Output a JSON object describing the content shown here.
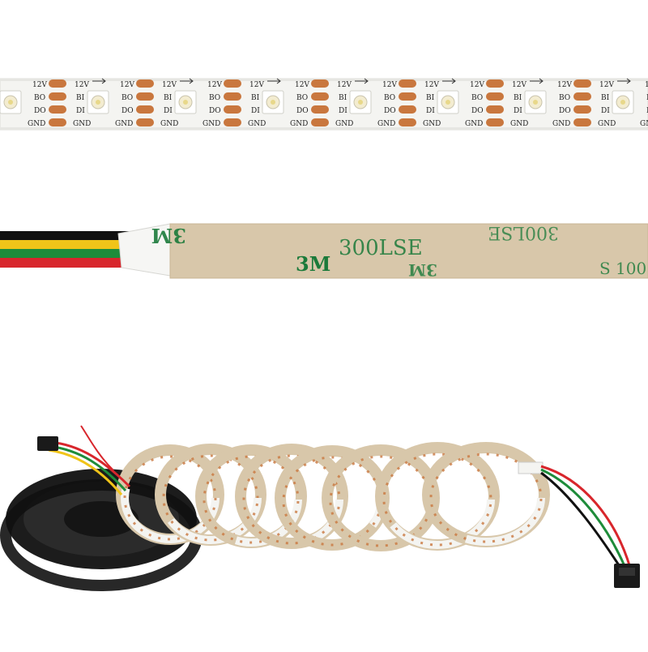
{
  "strip_front": {
    "segments": 8,
    "labels": {
      "v12": "12V",
      "bo": "BO",
      "bi": "BI",
      "do": "DO",
      "di": "DI",
      "gnd": "GND"
    }
  },
  "strip_back": {
    "tape_brand": "3M",
    "tape_model": "300LSE",
    "wire_colors": [
      "#111111",
      "#f0c419",
      "#1e8c3a",
      "#d8262c"
    ]
  },
  "colors": {
    "pcb": "#f4f4f1",
    "pad": "#c9773e",
    "tape": "#d8c7aa",
    "tape_print": "#1b7a3a",
    "reel": "#1c1c1c"
  },
  "reel_image": {
    "icon": "led-strip-reel-icon"
  }
}
